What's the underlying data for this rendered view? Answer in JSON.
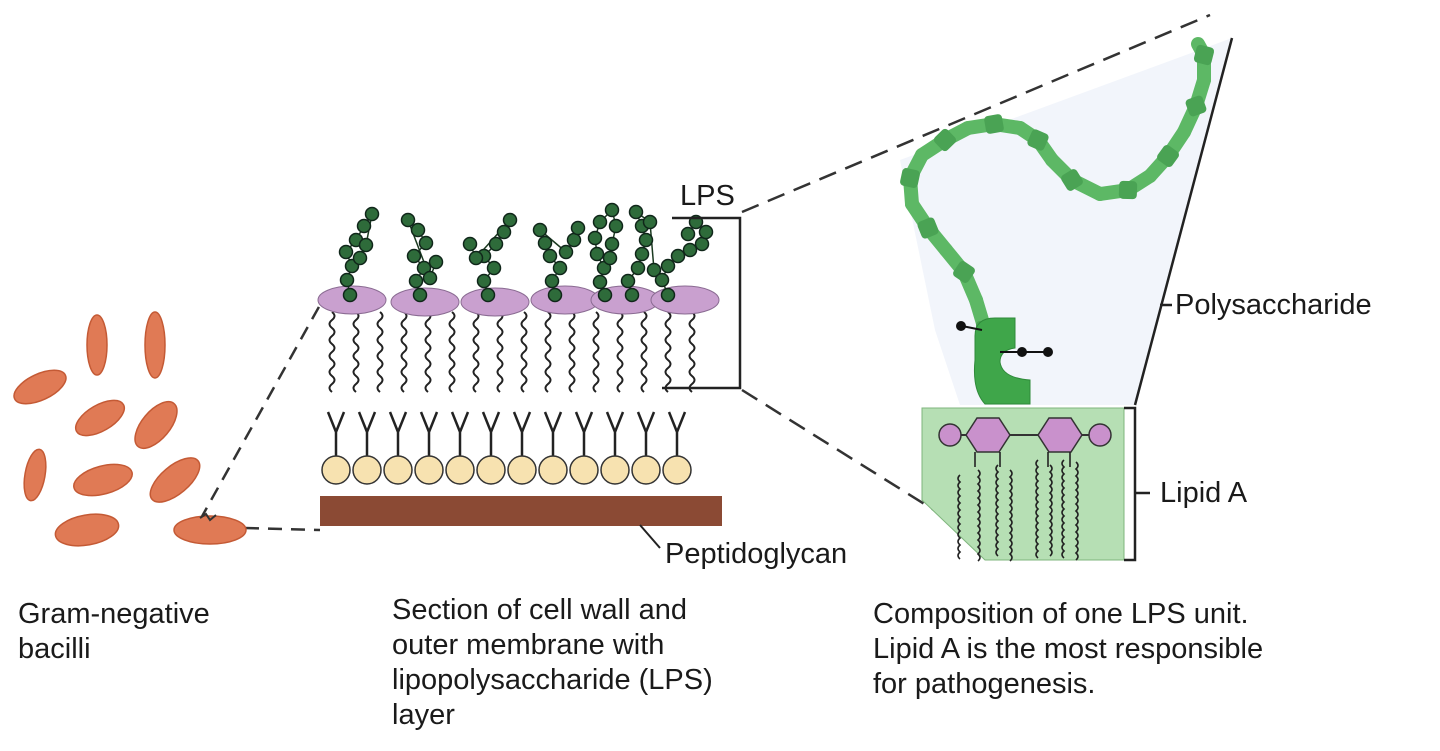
{
  "labels": {
    "lps": "LPS",
    "polysaccharide": "Polysaccharide",
    "lipid_a": "Lipid A",
    "peptidoglycan": "Peptidoglycan"
  },
  "captions": {
    "bacilli": [
      "Gram-negative",
      "bacilli"
    ],
    "section": [
      "Section of cell wall and",
      "outer membrane with",
      "lipopolysaccharide (LPS)",
      "layer"
    ],
    "composition": [
      "Composition of one LPS unit.",
      "Lipid A is the most responsible",
      "for pathogenesis."
    ]
  },
  "colors": {
    "bacilli": "#e07a55",
    "bacilli_edge": "#c45a35",
    "sugar_bead": "#2e6b3a",
    "lps_head": "#c9a0cf",
    "phospholipid_head": "#f7e2b0",
    "peptidoglycan": "#8b4a34",
    "polysaccharide_chain": "#5db865",
    "core": "#3fa64a",
    "lipid_a_box": "#b6dfb4",
    "lipid_a_sugar": "#c991cc"
  }
}
